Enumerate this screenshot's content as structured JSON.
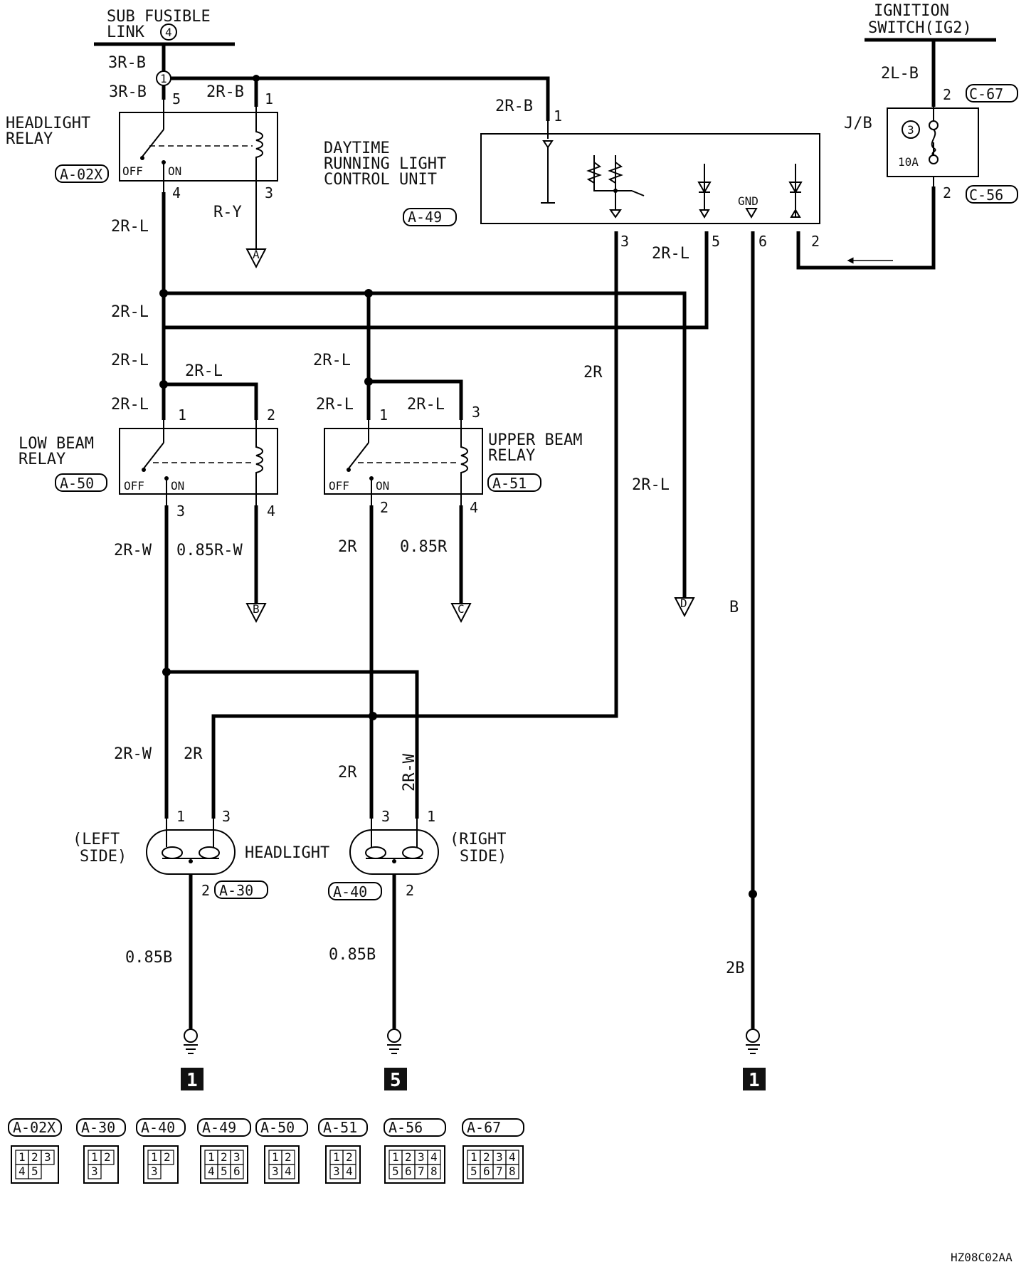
{
  "sources": {
    "fusible_link": [
      "SUB FUSIBLE",
      "LINK"
    ],
    "fusible_link_number": "4",
    "ignition_switch": [
      "IGNITION",
      "SWITCH(IG2)"
    ]
  },
  "components": {
    "headlight_relay": {
      "name": [
        "HEADLIGHT",
        "RELAY"
      ],
      "connector": "A-02X",
      "off": "OFF",
      "on": "ON",
      "pins": [
        "5",
        "1",
        "4",
        "3"
      ]
    },
    "drl_unit": {
      "name": [
        "DAYTIME",
        "RUNNING LIGHT",
        "CONTROL UNIT"
      ],
      "connector": "A-49",
      "gnd": "GND",
      "pins": [
        "1",
        "3",
        "5",
        "6",
        "2"
      ]
    },
    "jb": {
      "name": "J/B",
      "fuse_no": "3",
      "fuse_rating": "10A",
      "pin_top": "2",
      "pin_bottom": "2",
      "conn_top": "C-67",
      "conn_bottom": "C-56"
    },
    "low_beam_relay": {
      "name": [
        "LOW BEAM",
        "RELAY"
      ],
      "connector": "A-50",
      "off": "OFF",
      "on": "ON",
      "pins": [
        "1",
        "2",
        "3",
        "4"
      ]
    },
    "upper_beam_relay": {
      "name": [
        "UPPER BEAM",
        "RELAY"
      ],
      "connector": "A-51",
      "off": "OFF",
      "on": "ON",
      "pins": [
        "1",
        "3",
        "2",
        "4"
      ]
    },
    "headlight": {
      "name": "HEADLIGHT",
      "left": [
        "(LEFT",
        "SIDE)"
      ],
      "right": [
        "(RIGHT",
        "SIDE)"
      ],
      "left_conn": "A-30",
      "right_conn": "A-40",
      "left_pins": [
        "1",
        "3",
        "2"
      ],
      "right_pins": [
        "3",
        "1",
        "2"
      ]
    }
  },
  "wires": {
    "w_3rb_top": "3R-B",
    "w_3rb_relay": "3R-B",
    "w_2rb_relay": "2R-B",
    "w_2rb_drl": "2R-B",
    "w_2rl_a": "2R-L",
    "w_ry": "R-Y",
    "w_2lb": "2L-B",
    "w_2rl_b": "2R-L",
    "w_2rl_c": "2R-L",
    "w_2rl_d": "2R-L",
    "w_2rl_e": "2R-L",
    "w_2rl_f": "2R-L",
    "w_2rl_g": "2R-L",
    "w_2rl_h": "2R-L",
    "w_2rl_i": "2R-L",
    "w_2rl_j": "2R-L",
    "w_2r_drl": "2R",
    "w_2rw_a": "2R-W",
    "w_085rw": "0.85R-W",
    "w_2r_a": "2R",
    "w_085r": "0.85R",
    "w_b": "B",
    "w_2rw_b": "2R-W",
    "w_2r_b": "2R",
    "w_2r_c": "2R",
    "w_2rw_c": "2R-W",
    "w_085b_l": "0.85B",
    "w_085b_r": "0.85B",
    "w_2b": "2B"
  },
  "connection_refs": [
    "A",
    "B",
    "C",
    "D"
  ],
  "grounds": [
    "1",
    "5",
    "1"
  ],
  "connector_keys": [
    {
      "id": "A-02X",
      "cells": [
        "1",
        "2",
        "3",
        "4",
        "5"
      ]
    },
    {
      "id": "A-30",
      "cells": [
        "1",
        "2",
        "3"
      ]
    },
    {
      "id": "A-40",
      "cells": [
        "1",
        "2",
        "3"
      ]
    },
    {
      "id": "A-49",
      "cells": [
        "1",
        "2",
        "3",
        "4",
        "5",
        "6"
      ]
    },
    {
      "id": "A-50",
      "cells": [
        "1",
        "2",
        "3",
        "4"
      ]
    },
    {
      "id": "A-51",
      "cells": [
        "1",
        "2",
        "3",
        "4"
      ]
    },
    {
      "id": "A-56",
      "cells": [
        "1",
        "2",
        "3",
        "4",
        "5",
        "6",
        "7",
        "8"
      ]
    },
    {
      "id": "A-67",
      "cells": [
        "1",
        "2",
        "3",
        "4",
        "5",
        "6",
        "7",
        "8"
      ]
    }
  ],
  "figure_code": "HZ08C02AA"
}
